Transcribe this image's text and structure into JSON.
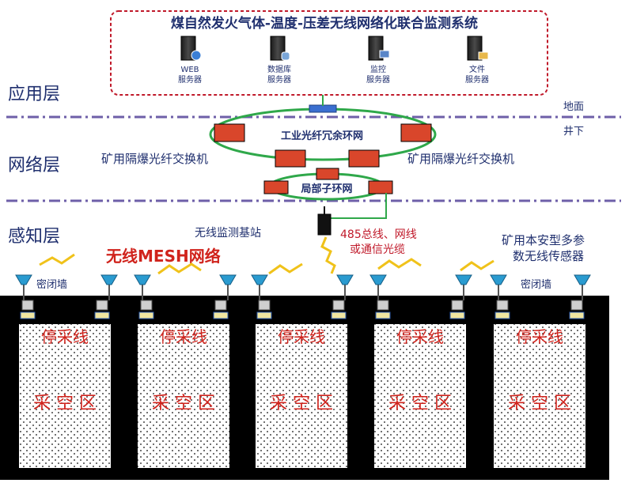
{
  "system_title": "煤自然发火气体-温度-压差无线网络化联合监测系统",
  "servers": [
    {
      "line1": "WEB",
      "line2": "服务器"
    },
    {
      "line1": "数据库",
      "line2": "服务器"
    },
    {
      "line1": "监控",
      "line2": "服务器"
    },
    {
      "line1": "文件",
      "line2": "服务器"
    }
  ],
  "layers": {
    "application": "应用层",
    "network": "网络层",
    "perception": "感知层"
  },
  "boundary": {
    "surface": "地面",
    "underground": "井下"
  },
  "network": {
    "ring_label": "工业光纤冗余环网",
    "switch_label_left": "矿用隔爆光纤交换机",
    "switch_label_right": "矿用隔爆光纤交换机",
    "local_ring_label": "局部子环网"
  },
  "station_label": "无线监测基站",
  "bus_label_line1": "485总线、网线",
  "bus_label_line2": "或通信光缆",
  "mesh_label": "无线MESH网络",
  "sensor_label_line1": "矿用本安型多参",
  "sensor_label_line2": "数无线传感器",
  "seal_label_left": "密闭墙",
  "seal_label_right": "密闭墙",
  "panels": [
    {
      "stop_line": "停采线",
      "goaf": "采 空 区"
    },
    {
      "stop_line": "停采线",
      "goaf": "采 空 区"
    },
    {
      "stop_line": "停采线",
      "goaf": "采 空 区"
    },
    {
      "stop_line": "停采线",
      "goaf": "采 空 区"
    },
    {
      "stop_line": "停采线",
      "goaf": "采 空 区"
    }
  ],
  "colors": {
    "layer_text": "#1f2f6e",
    "dash_line": "#6e5fa8",
    "frame_red": "#c0192a",
    "ring_green": "#2fa84a",
    "label_red": "#d0231c",
    "bus_text": "#c0192a",
    "device_red": "#d9462b",
    "sensor_blue": "#2a9bd0",
    "mesh_yellow": "#f0c21a",
    "ground_black": "#000000"
  }
}
